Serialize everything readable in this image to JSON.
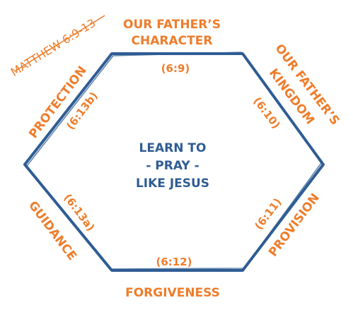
{
  "colors": {
    "hexagon_stroke": "#2f5d94",
    "label": "#ee7d2b",
    "center_text": "#2f5d94",
    "background": "#ffffff"
  },
  "reference": "MATTHEW 6:9-13",
  "center": {
    "line1": "LEARN TO",
    "line2": "- PRAY -",
    "line3": "LIKE JESUS"
  },
  "sides": {
    "top": {
      "title_line1": "OUR FATHER’S",
      "title_line2": "CHARACTER",
      "ref": "(6:9)"
    },
    "upper_right": {
      "title_line1": "OUR FATHER’S",
      "title_line2": "KINGDOM",
      "ref": "(6:10)"
    },
    "lower_right": {
      "title": "PROVISION",
      "ref": "(6:11)"
    },
    "bottom": {
      "title": "FORGIVENESS",
      "ref": "(6:12)"
    },
    "lower_left": {
      "title": "GUIDANCE",
      "ref": "(6:13a)"
    },
    "upper_left": {
      "title": "PROTECTION",
      "ref": "(6:13b)"
    }
  }
}
